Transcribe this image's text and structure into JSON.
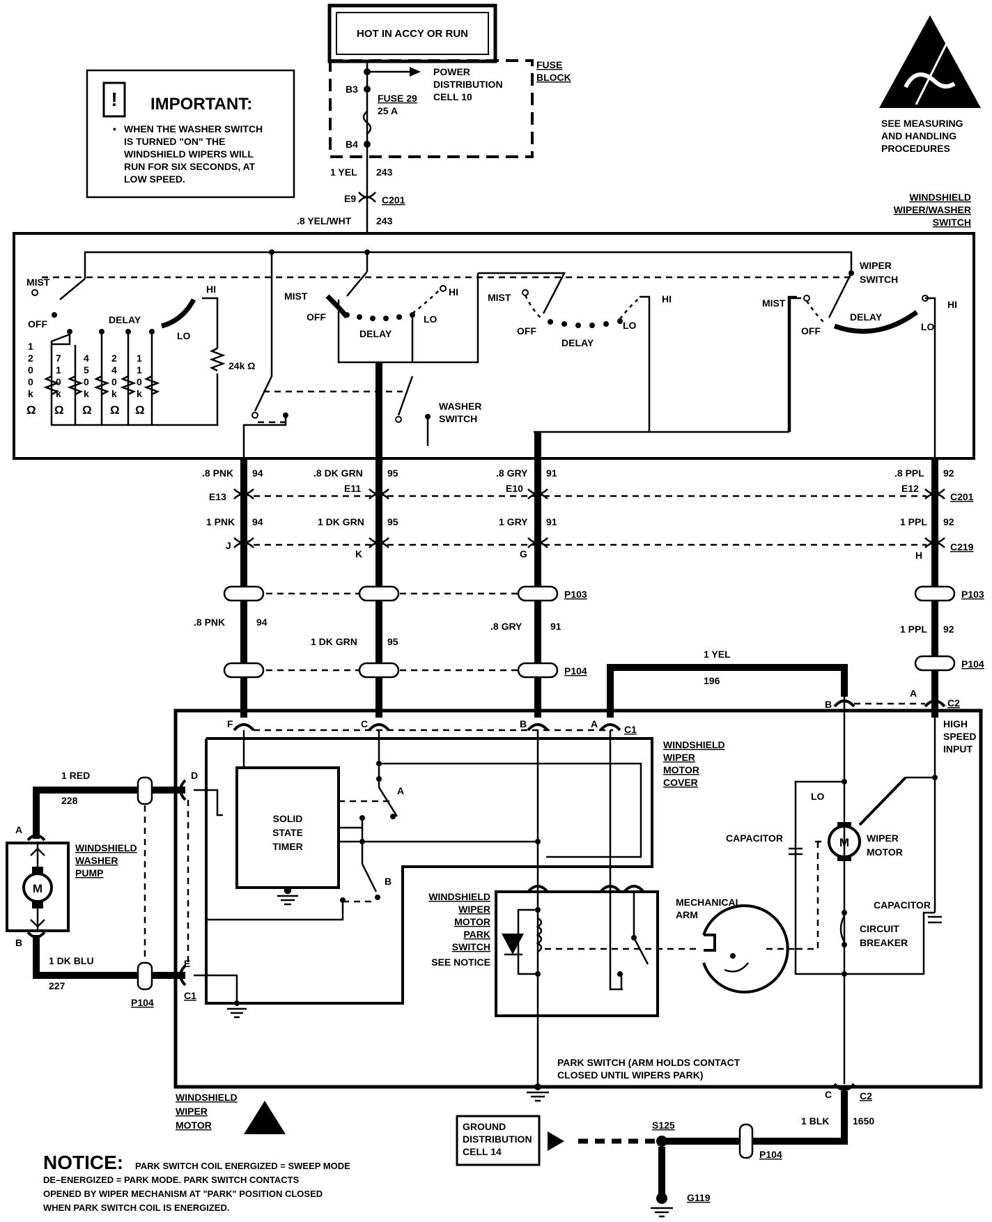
{
  "power_header": "HOT IN ACCY OR RUN",
  "fuse_block": {
    "title_line1": "FUSE",
    "title_line2": "BLOCK",
    "pin_top": "B3",
    "pin_bottom": "B4",
    "fuse_name": "FUSE 29",
    "fuse_rating": "25 A",
    "power_dist_line1": "POWER",
    "power_dist_line2": "DISTRIBUTION",
    "power_dist_line3": "CELL  10"
  },
  "important": {
    "title": "IMPORTANT:",
    "icon": "exclamation-icon",
    "lines": [
      "WHEN THE WASHER SWITCH",
      "IS TURNED \"ON\" THE",
      "WINDSHIELD WIPERS WILL",
      "RUN FOR SIX SECONDS, AT",
      "LOW SPEED."
    ]
  },
  "esd": {
    "icon": "esd-warning-icon",
    "lines": [
      "SEE MEASURING",
      "AND HANDLING",
      "PROCEDURES"
    ]
  },
  "feed_wires": {
    "upper_color": "1 YEL",
    "upper_circuit": "243",
    "connector_pin": "E9",
    "connector": "C201",
    "lower_color": ".8 YEL/WHT",
    "lower_circuit": "243"
  },
  "switch_box": {
    "title_lines": [
      "WINDSHIELD",
      "WIPER/WASHER",
      "SWITCH"
    ],
    "mist": "MIST",
    "off": "OFF",
    "delay": "DELAY",
    "lo": "LO",
    "hi": "HI",
    "resistor_24k": "24k Ω",
    "resistors_vertical": [
      [
        "1",
        "2",
        "0",
        "0",
        "k",
        "Ω"
      ],
      [
        "7",
        "1",
        "0",
        "k",
        "Ω"
      ],
      [
        "4",
        "5",
        "0",
        "k",
        "Ω"
      ],
      [
        "2",
        "4",
        "0",
        "k",
        "Ω"
      ],
      [
        "1",
        "1",
        "0",
        "k",
        "Ω"
      ]
    ],
    "washer_switch": [
      "WASHER",
      "SWITCH"
    ],
    "wiper_switch": [
      "WIPER",
      "SWITCH"
    ]
  },
  "wires": [
    {
      "id": "pnk",
      "switch_color": ".8 PNK",
      "circuit": "94",
      "c201_pin": "E13",
      "mid_color": "1 PNK",
      "c219_pin": "J",
      "low_color": ".8  PNK",
      "motor_pin": "F"
    },
    {
      "id": "dkgrn",
      "switch_color": ".8 DK GRN",
      "circuit": "95",
      "c201_pin": "E11",
      "mid_color": "1 DK GRN",
      "c219_pin": "K",
      "low_color": "1  DK  GRN",
      "motor_pin": "C"
    },
    {
      "id": "gry",
      "switch_color": ".8 GRY",
      "circuit": "91",
      "c201_pin": "E10",
      "mid_color": "1 GRY",
      "c219_pin": "G",
      "low_color": ".8  GRY",
      "motor_pin": "B"
    },
    {
      "id": "ppl",
      "switch_color": ".8 PPL",
      "circuit": "92",
      "c201_pin": "E12",
      "mid_color": "1 PPL",
      "c219_pin": "H",
      "low_color": "1 PPL",
      "motor_pin": "A"
    }
  ],
  "connectors": {
    "c201": "C201",
    "c219": "C219",
    "p103": "P103",
    "p104": "P104",
    "c1": "C1",
    "c2": "C2"
  },
  "yel_wire": {
    "color": "1 YEL",
    "circuit": "196",
    "pin_c1": "A",
    "pin_c2": "B"
  },
  "motor": {
    "high_speed_input": [
      "HIGH",
      "SPEED",
      "INPUT"
    ],
    "cover_label": [
      "WINDSHIELD",
      "WIPER",
      "MOTOR",
      "COVER"
    ],
    "timer": [
      "SOLID",
      "STATE",
      "TIMER"
    ],
    "relay_a": "A",
    "relay_b": "B",
    "park_switch_label": [
      "WINDSHIELD",
      "WIPER",
      "MOTOR",
      "PARK",
      "SWITCH"
    ],
    "see_notice": "SEE  NOTICE",
    "mech_arm": [
      "MECHANICAL",
      "ARM"
    ],
    "capacitor": "CAPACITOR",
    "capacitor2": "CAPACITOR",
    "lo": "LO",
    "motor_symbol": "M",
    "wiper_motor": [
      "WIPER",
      "MOTOR"
    ],
    "circuit_breaker": [
      "CIRCUIT",
      "BREAKER"
    ],
    "park_text": [
      "PARK SWITCH (ARM HOLDS CONTACT",
      "CLOSED UNTIL WIPERS PARK)"
    ],
    "motor_label": [
      "WINDSHIELD",
      "WIPER",
      "MOTOR"
    ]
  },
  "washer": {
    "label": [
      "WINDSHIELD",
      "WASHER",
      "PUMP"
    ],
    "pin_a": "A",
    "pin_b": "B",
    "red_color": "1 RED",
    "red_circuit": "228",
    "blu_color": "1 DK BLU",
    "blu_circuit": "227",
    "pin_d": "D",
    "pin_e": "E",
    "c1": "C1",
    "p104": "P104",
    "motor_symbol": "M"
  },
  "ground": {
    "pin": "C",
    "c2": "C2",
    "color": "1 BLK",
    "circuit": "1650",
    "p104": "P104",
    "splice": "S125",
    "ground_id": "G119",
    "dist_lines": [
      "GROUND",
      "DISTRIBUTION",
      "CELL  14"
    ]
  },
  "notice": {
    "title": "NOTICE:",
    "lines": [
      "PARK  SWITCH  COIL  ENERGIZED  =  SWEEP  MODE",
      "DE–ENERGIZED  =  PARK  MODE.  PARK  SWITCH  CONTACTS",
      "OPENED  BY  WIPER  MECHANISM  AT  \"PARK\"  POSITION  CLOSED",
      "WHEN  PARK  SWITCH  COIL  IS  ENERGIZED."
    ]
  }
}
